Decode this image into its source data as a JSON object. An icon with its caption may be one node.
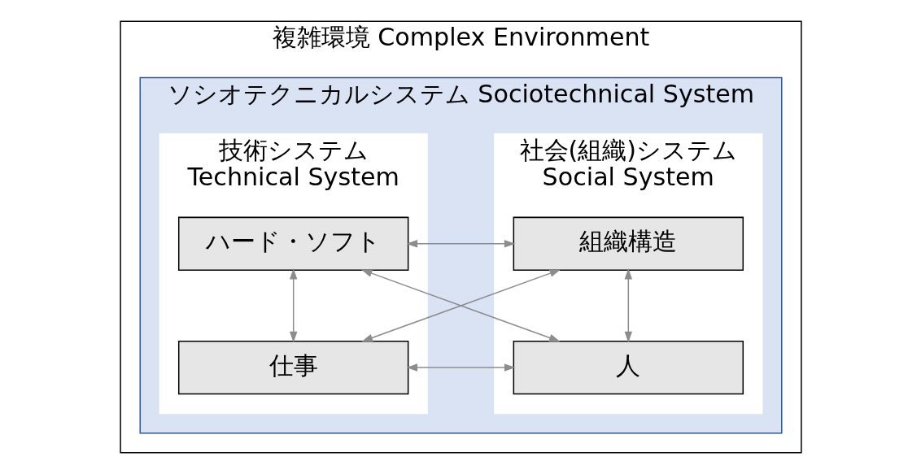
{
  "diagram": {
    "nodes": [
      {
        "text": [
          "複雑環境 Complex Environment"
        ]
      },
      {
        "text": [
          "ソシオテクニカルシステム Sociotechnical System"
        ],
        "in": 0
      },
      {
        "text": [
          "社会(組織)システム",
          "Social System"
        ],
        "in": 1
      },
      {
        "text": [
          "技術システム",
          "Technical System"
        ],
        "in": 1
      },
      {
        "text": [
          "組織構造"
        ],
        "in": 2
      },
      {
        "text": [
          "人"
        ],
        "in": 2
      },
      {
        "text": [
          "ハード・ソフト"
        ],
        "in": 3
      },
      {
        "text": [
          "仕事"
        ],
        "in": 3
      }
    ],
    "edges": [
      {
        "from": 4,
        "to": 6,
        "arrow": "both"
      },
      {
        "from": 4,
        "to": 5,
        "arrow": "both"
      },
      {
        "from": 4,
        "to": 7,
        "arrow": "both"
      },
      {
        "from": 5,
        "to": 6,
        "arrow": "both"
      },
      {
        "from": 6,
        "to": 7,
        "arrow": "both"
      },
      {
        "from": 5,
        "to": 7,
        "arrow": "both"
      }
    ]
  }
}
